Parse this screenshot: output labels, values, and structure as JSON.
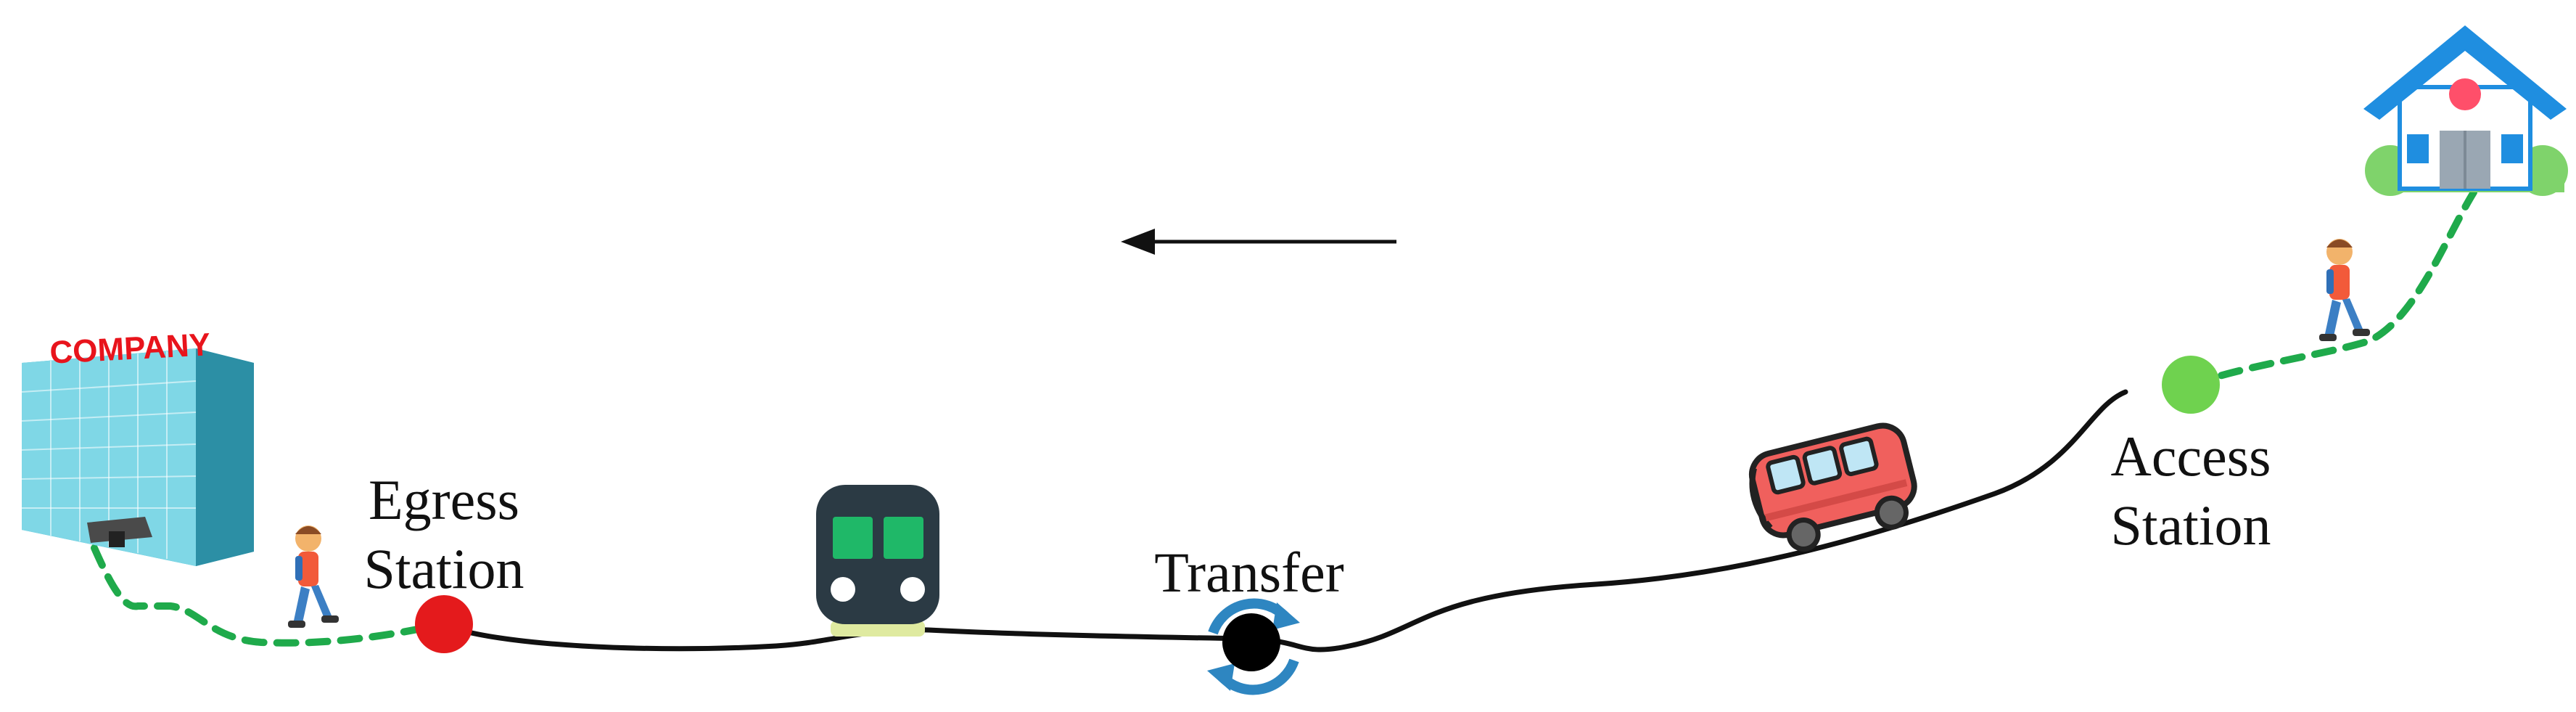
{
  "labels": {
    "egress_line1": "Egress",
    "egress_line2": "Station",
    "transfer": "Transfer",
    "access_line1": "Access",
    "access_line2": "Station",
    "company_sign": "COMPANY"
  },
  "icons": {
    "origin": "house-icon",
    "destination": "office-building-icon",
    "walk": "walking-person-icon",
    "rail": "train-icon",
    "road": "bus-icon",
    "transfer": "transfer-cycle-icon",
    "direction": "left-arrow-icon"
  },
  "colors": {
    "route_line": "#111111",
    "walk_path": "#1faa4b",
    "egress_station": "#e41a1c",
    "transfer_node": "#000000",
    "access_station": "#6fd24f",
    "train_body": "#2b3a44",
    "train_window": "#1fb868",
    "bus_body": "#f0605d",
    "house_roof": "#1f8ee0",
    "building_glass": "#56c6d8"
  }
}
